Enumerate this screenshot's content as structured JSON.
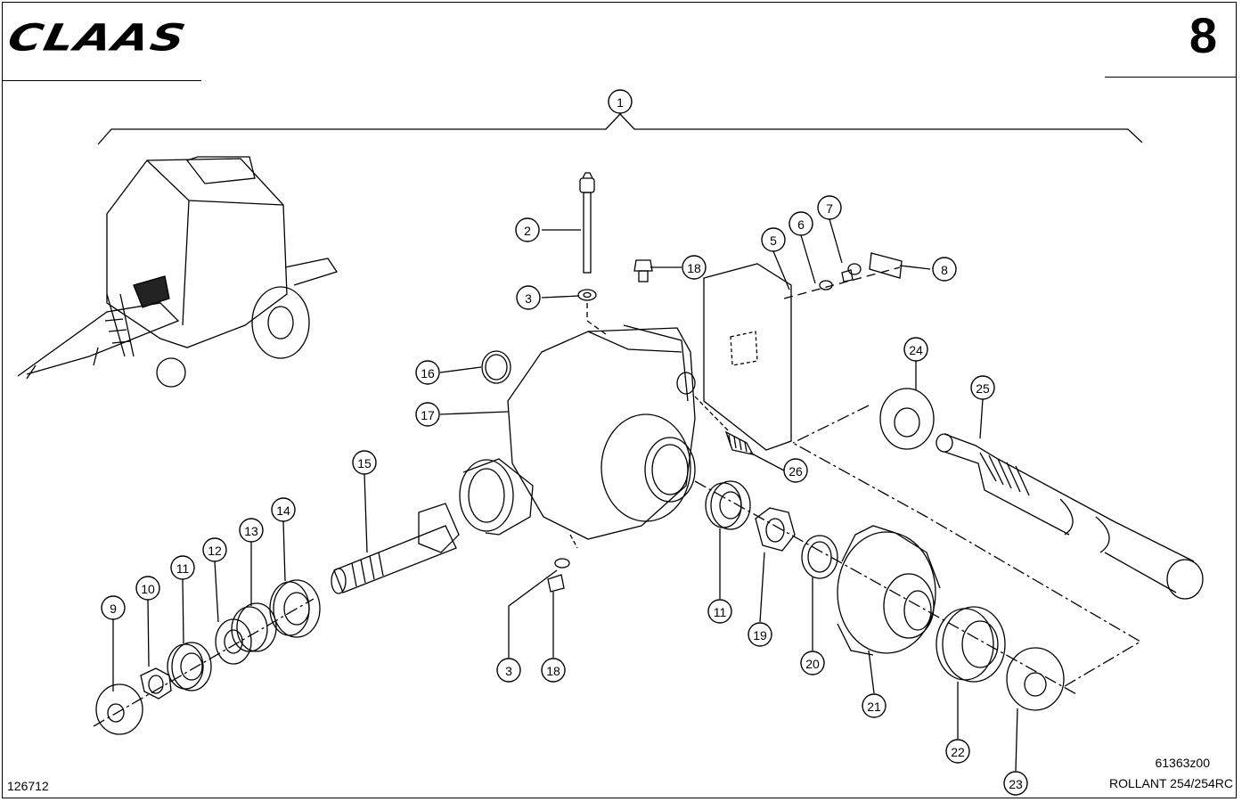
{
  "header": {
    "brand": "CLAAS",
    "page_number": "8"
  },
  "footer": {
    "drawing_number": "61363z00",
    "model": "ROLLANT 254/254RC",
    "reference": "126712"
  },
  "callouts": [
    {
      "id": "c1",
      "label": "1"
    },
    {
      "id": "c2",
      "label": "2"
    },
    {
      "id": "c3a",
      "label": "3"
    },
    {
      "id": "c18a",
      "label": "18"
    },
    {
      "id": "c5",
      "label": "5"
    },
    {
      "id": "c6",
      "label": "6"
    },
    {
      "id": "c7",
      "label": "7"
    },
    {
      "id": "c8",
      "label": "8"
    },
    {
      "id": "c16",
      "label": "16"
    },
    {
      "id": "c17",
      "label": "17"
    },
    {
      "id": "c24",
      "label": "24"
    },
    {
      "id": "c25",
      "label": "25"
    },
    {
      "id": "c26",
      "label": "26"
    },
    {
      "id": "c15",
      "label": "15"
    },
    {
      "id": "c14",
      "label": "14"
    },
    {
      "id": "c13",
      "label": "13"
    },
    {
      "id": "c12",
      "label": "12"
    },
    {
      "id": "c11a",
      "label": "11"
    },
    {
      "id": "c10",
      "label": "10"
    },
    {
      "id": "c9",
      "label": "9"
    },
    {
      "id": "c11b",
      "label": "11"
    },
    {
      "id": "c19",
      "label": "19"
    },
    {
      "id": "c20",
      "label": "20"
    },
    {
      "id": "c21",
      "label": "21"
    },
    {
      "id": "c22",
      "label": "22"
    },
    {
      "id": "c23",
      "label": "23"
    },
    {
      "id": "c3b",
      "label": "3"
    },
    {
      "id": "c18b",
      "label": "18"
    }
  ]
}
